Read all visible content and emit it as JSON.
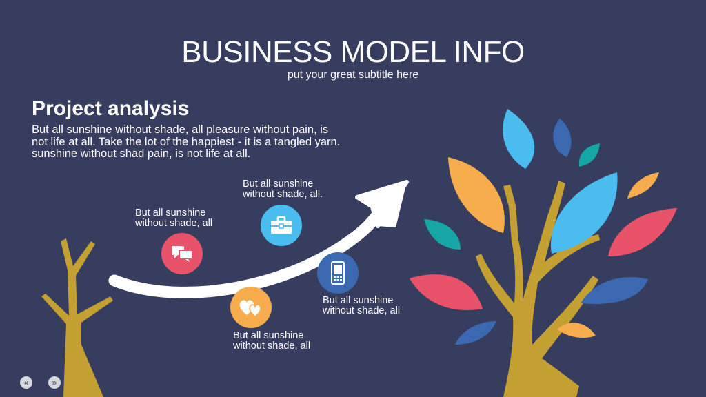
{
  "header": {
    "title": "BUSINESS MODEL INFO",
    "subtitle": "put your great subtitle here"
  },
  "section": {
    "title": "Project analysis",
    "body": "But all sunshine without shade, all pleasure without pain, is not life at all. Take the lot of the happiest - it is a tangled yarn. sunshine without shad pain, is not life at all."
  },
  "features": [
    {
      "line1": "But all sunshine",
      "line2": "without shade, all",
      "icon": "chat-bubbles-icon",
      "color": "#e9536a"
    },
    {
      "line1": "But all sunshine",
      "line2": "without shade, all.",
      "icon": "briefcase-icon",
      "color": "#4bbcf0"
    },
    {
      "line1": "But all sunshine",
      "line2": "without shade, all",
      "icon": "mobile-phone-icon",
      "color": "#3a69b1"
    },
    {
      "line1": "But all sunshine",
      "line2": "without shade, all",
      "icon": "hearts-icon",
      "color": "#f7ad4e"
    }
  ],
  "nav": {
    "prev": "«",
    "next": "»"
  },
  "colors": {
    "background": "#373d5e",
    "trunk": "#c4a033",
    "arrow": "#ffffff",
    "leaf_blue_light": "#4bbcf0",
    "leaf_blue_dark": "#3a69b1",
    "leaf_orange": "#f7ad4e",
    "leaf_red": "#e9536a",
    "leaf_teal": "#17a6a6"
  }
}
